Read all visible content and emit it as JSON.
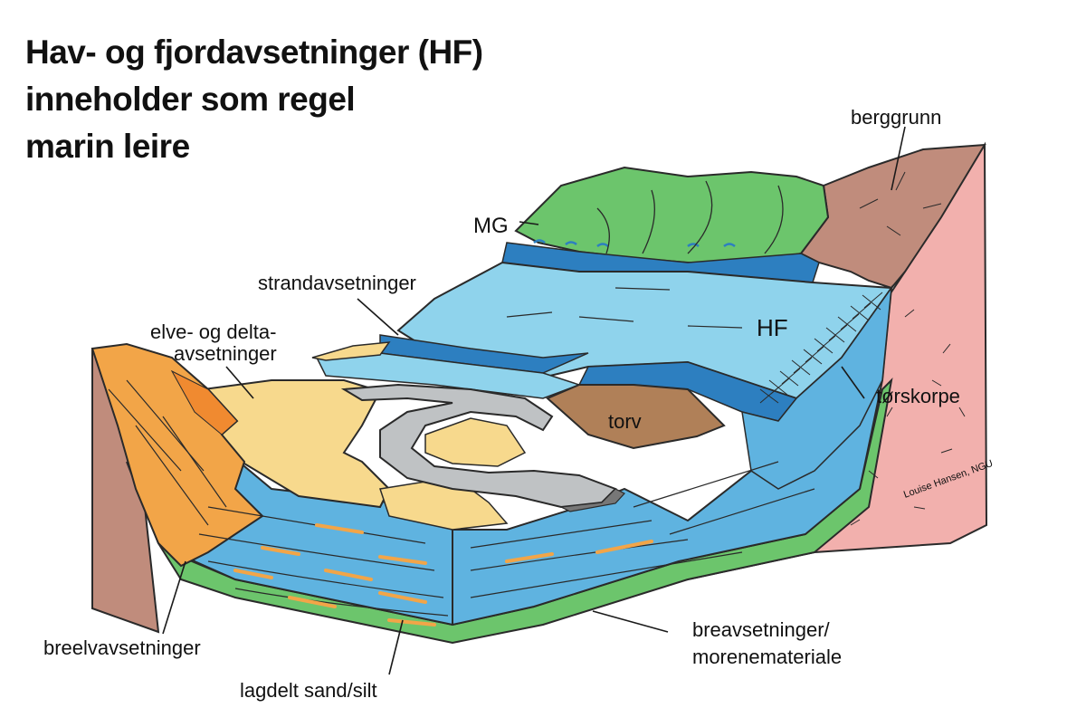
{
  "title": {
    "line1": "Hav- og fjordavsetninger (HF)",
    "line2": "inneholder som regel",
    "line3": "marin leire"
  },
  "labels": {
    "berggrunn": "berggrunn",
    "mg": "MG",
    "strandavsetninger": "strandavsetninger",
    "elve_line1": "elve- og delta-",
    "elve_line2": "avsetninger",
    "hf": "HF",
    "torv": "torv",
    "torskorpe": "tørskorpe",
    "breelvavsetninger": "breelvavsetninger",
    "lagdelt": "lagdelt sand/silt",
    "breavsetninger_line1": "breavsetninger/",
    "breavsetninger_line2": "morenemateriale"
  },
  "credit": "Louise Hansen, NGU",
  "colors": {
    "marine_clay": "#5fb3e0",
    "marine_clay_light": "#8fd3ec",
    "marine_dark_band": "#2d7fc0",
    "moraine_green": "#6cc56c",
    "bedrock_brown": "#c08c7c",
    "bedrock_pink": "#f2b0ad",
    "glaciofluvial_orange": "#f2a548",
    "delta_yellow": "#f7d98d",
    "peat_brown": "#b08058",
    "river_gray": "#bfc2c4"
  }
}
